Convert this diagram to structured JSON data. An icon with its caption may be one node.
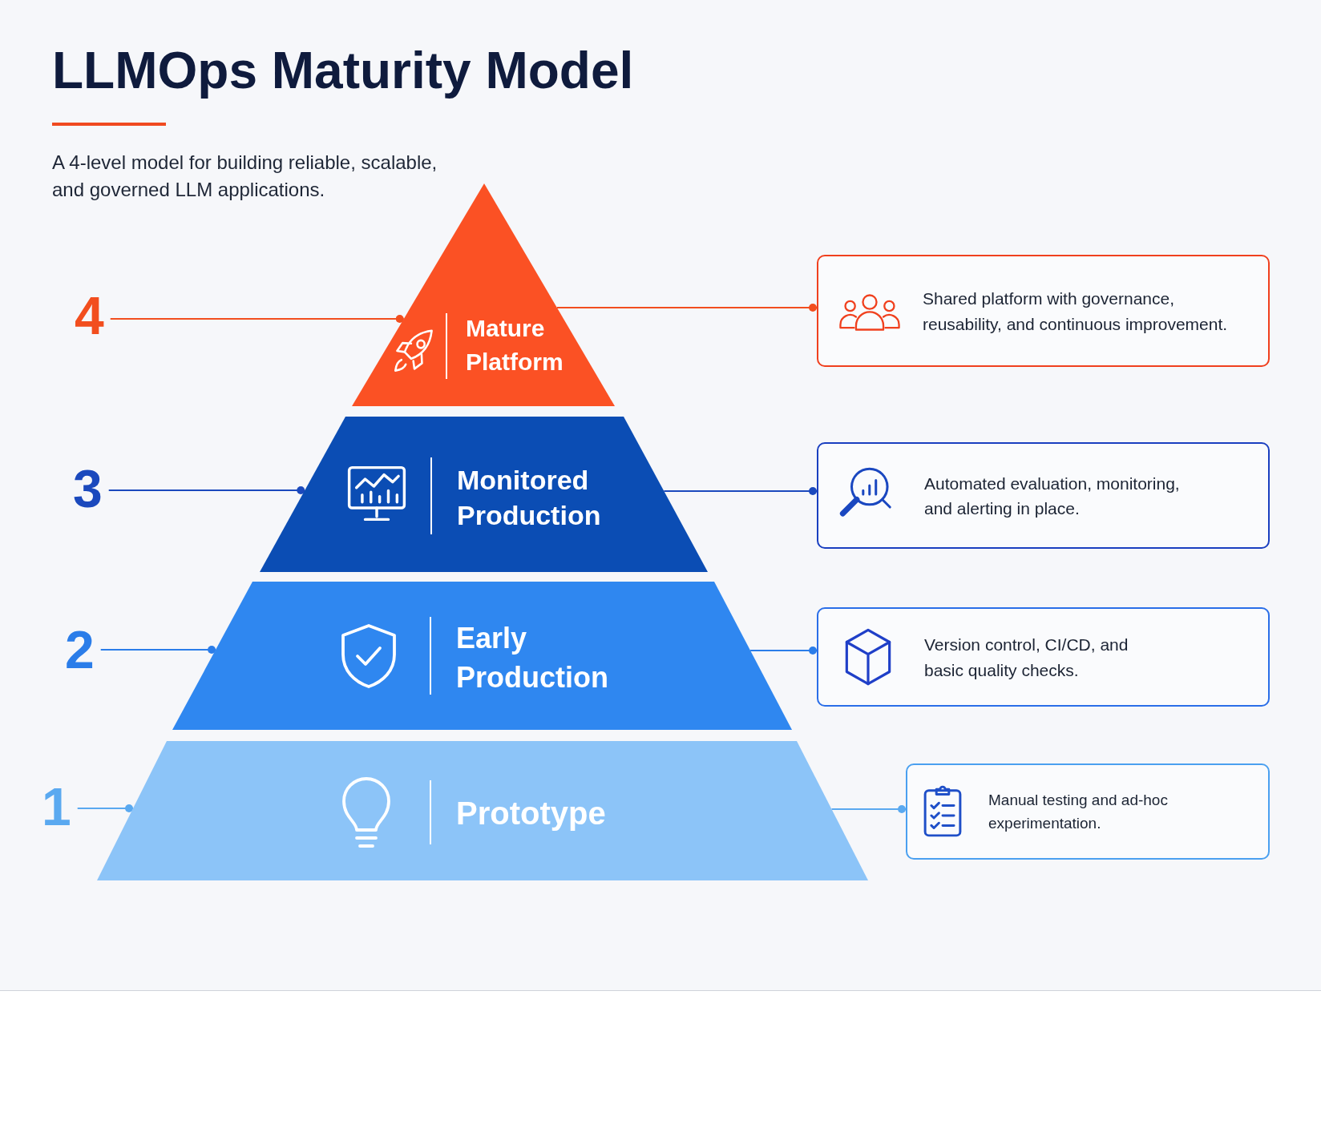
{
  "diagram": {
    "title": "LLMOps Maturity Model",
    "nodes": [
      {
        "text": [
          "4"
        ]
      },
      {
        "text": [
          "Mature Platform"
        ]
      },
      {
        "text": [
          "Shared platform with governance, reusability, and continuous improvement."
        ]
      },
      {
        "text": [
          "3"
        ]
      },
      {
        "text": [
          "Monitored Production"
        ]
      },
      {
        "text": [
          "Automated evaluation, monitoring, and alerting in place."
        ]
      },
      {
        "text": [
          "2"
        ]
      },
      {
        "text": [
          "Early Production"
        ]
      },
      {
        "text": [
          "Version control, CI/CD, and basic quality checks."
        ]
      },
      {
        "text": [
          "1"
        ]
      },
      {
        "text": [
          "Prototype"
        ]
      },
      {
        "text": [
          "Manual testing and ad-hoc experimentation."
        ]
      }
    ],
    "edges": [
      {
        "from": 0,
        "to": 1,
        "arrow": "other",
        "color": "#f24e1e"
      },
      {
        "from": 1,
        "to": 2,
        "arrow": "other",
        "color": "#f24e1e"
      },
      {
        "from": 3,
        "to": 4,
        "arrow": "other",
        "color": "#1b49bd"
      },
      {
        "from": 4,
        "to": 5,
        "arrow": "other",
        "color": "#1b49bd"
      },
      {
        "from": 6,
        "to": 7,
        "arrow": "other",
        "color": "#2b7de9"
      },
      {
        "from": 7,
        "to": 8,
        "arrow": "other",
        "color": "#2b7de9"
      },
      {
        "from": 9,
        "to": 10,
        "arrow": "other",
        "color": "#5aa9f0"
      },
      {
        "from": 10,
        "to": 11,
        "arrow": "other",
        "color": "#5aa9f0"
      }
    ],
    "labels": [
      "A 4-level model for building reliable, scalable, and governed LLM applications."
    ]
  }
}
